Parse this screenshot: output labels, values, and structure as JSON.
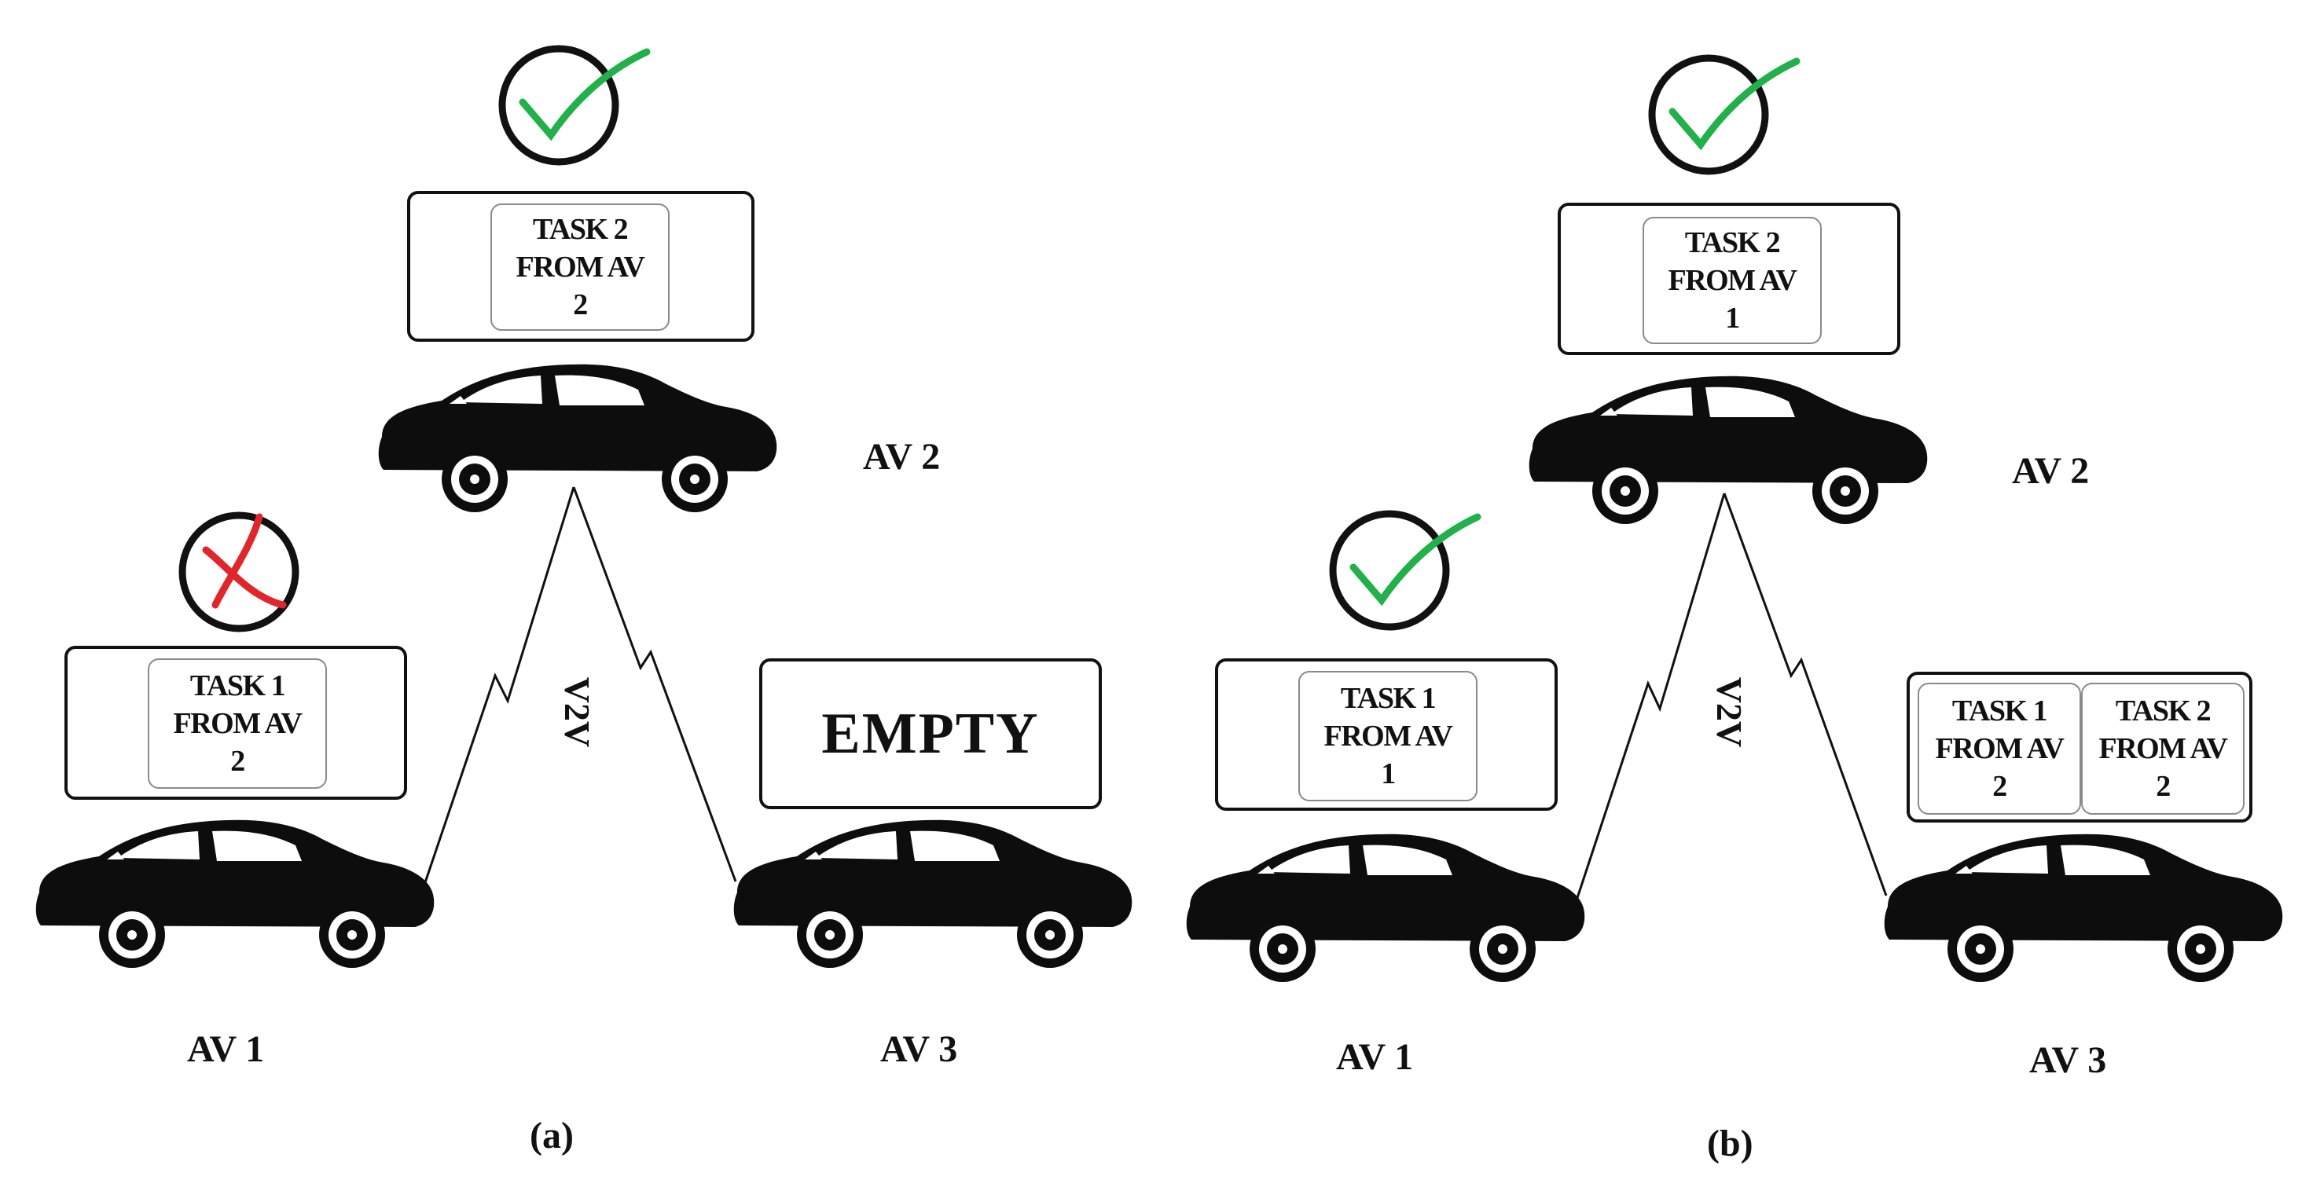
{
  "panels": {
    "a": {
      "caption": "(a)",
      "v2v": "V2V",
      "av1": {
        "label": "AV 1",
        "status": "rejected",
        "task_lines": [
          "TASK 1",
          "FROM AV",
          "2"
        ]
      },
      "av2": {
        "label": "AV 2",
        "status": "accepted",
        "task_lines": [
          "TASK 2",
          "FROM AV",
          "2"
        ]
      },
      "av3": {
        "label": "AV 3",
        "box_text": "EMPTY"
      }
    },
    "b": {
      "caption": "(b)",
      "v2v": "V2V",
      "av1": {
        "label": "AV 1",
        "status": "accepted",
        "task_lines": [
          "TASK 1",
          "FROM AV",
          "1"
        ]
      },
      "av2": {
        "label": "AV 2",
        "status": "accepted",
        "task_lines": [
          "TASK 2",
          "FROM AV",
          "1"
        ]
      },
      "av3": {
        "label": "AV 3",
        "tasks": [
          {
            "lines": [
              "TASK 1",
              "FROM AV",
              "2"
            ]
          },
          {
            "lines": [
              "TASK 2",
              "FROM AV",
              "2"
            ]
          }
        ]
      }
    }
  },
  "icons": {
    "accepted": "check-circle-icon",
    "rejected": "cross-circle-icon"
  },
  "colors": {
    "check": "#22b04a",
    "cross": "#e0262b",
    "car": "#0d0d0d",
    "outline": "#111111"
  }
}
